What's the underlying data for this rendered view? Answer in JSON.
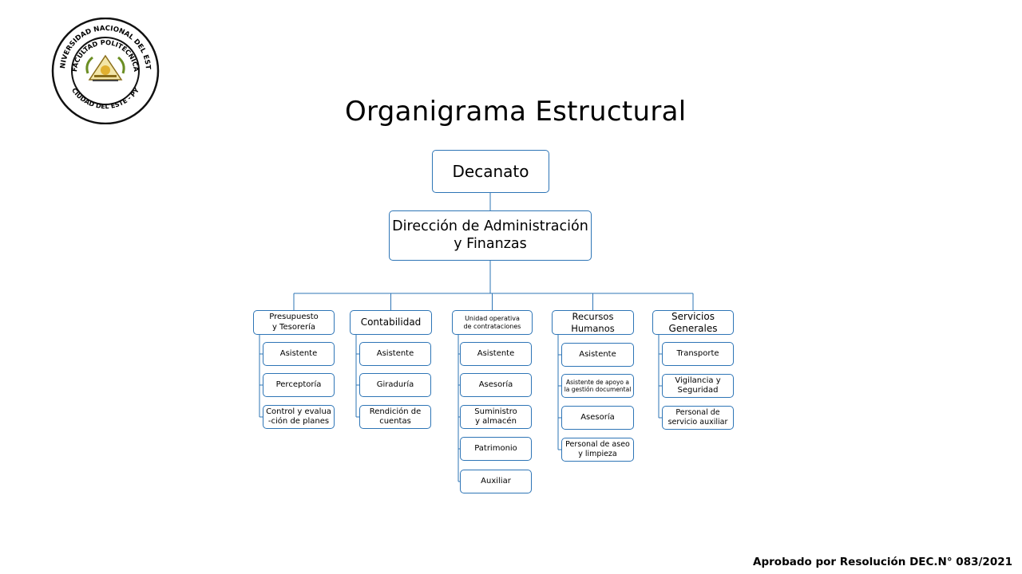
{
  "seal": {
    "ring_top": "UNIVERSIDAD NACIONAL DEL ESTE",
    "inner": "FACULTAD POLITÉCNICA",
    "ring_bottom": "CIUDAD DEL ESTE - PY"
  },
  "title": "Organigrama  Estructural",
  "footer": "Aprobado por Resolución DEC.N° 083/2021",
  "colors": {
    "line": "#2E75B6",
    "box_border": "#2E75B6"
  },
  "chart": {
    "root": "Decanato",
    "direction": "Dirección de Administración\ny Finanzas",
    "departments": [
      {
        "label": "Presupuesto\ny Tesorería",
        "children": [
          "Asistente",
          "Perceptoría",
          "Control y evalua\n-ción de planes"
        ]
      },
      {
        "label": "Contabilidad",
        "children": [
          "Asistente",
          "Giraduría",
          "Rendición de\ncuentas"
        ]
      },
      {
        "label": "Unidad operativa\nde contrataciones",
        "children": [
          "Asistente",
          "Asesoría",
          "Suministro\ny almacén",
          "Patrimonio",
          "Auxiliar"
        ]
      },
      {
        "label": "Recursos\nHumanos",
        "children": [
          "Asistente",
          "Asistente de apoyo a\nla gestión documental",
          "Asesoría",
          "Personal de aseo\ny limpieza"
        ]
      },
      {
        "label": "Servicios\nGenerales",
        "children": [
          "Transporte",
          "Vigilancia y\nSeguridad",
          "Personal de\nservicio auxiliar"
        ]
      }
    ]
  }
}
